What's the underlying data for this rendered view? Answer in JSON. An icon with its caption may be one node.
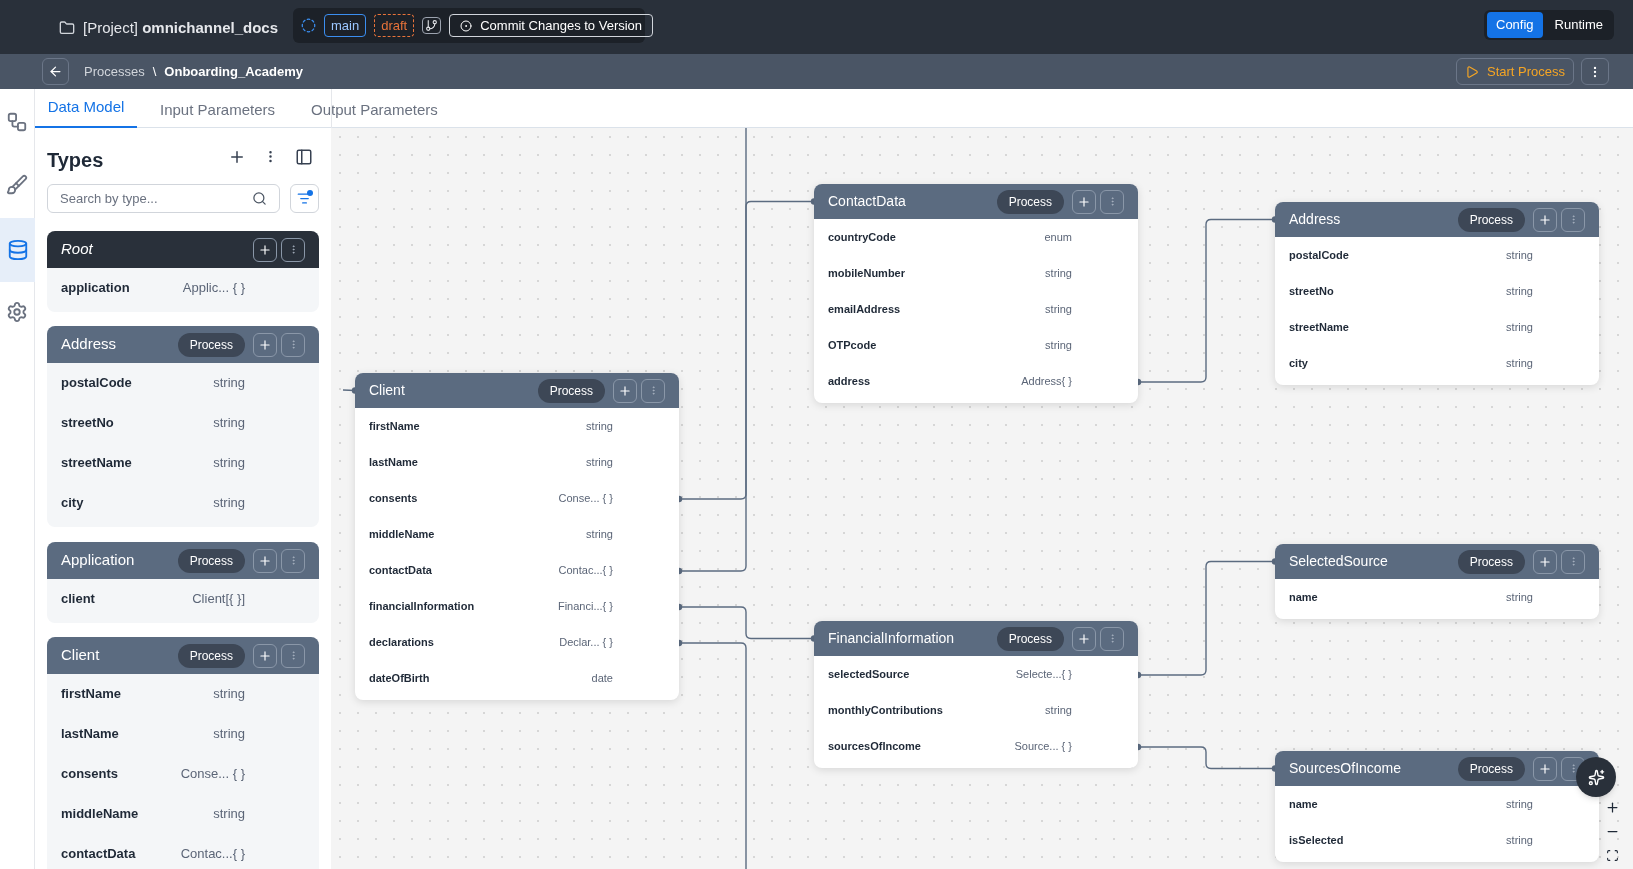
{
  "diagram": {
    "nodes": [
      {
        "text": [
          "Root",
          "application",
          "Applic... { }"
        ]
      },
      {
        "text": [
          "Address",
          "Process",
          "postalCode",
          "string",
          "streetNo",
          "string",
          "streetName",
          "string",
          "city",
          "string"
        ]
      },
      {
        "text": [
          "Application",
          "Process",
          "client",
          "Client[{ }]"
        ]
      },
      {
        "text": [
          "Client",
          "Process",
          "firstName",
          "string",
          "lastName",
          "string",
          "consents",
          "Conse... { }",
          "middleName",
          "string",
          "contactData",
          "Contac...{ }"
        ]
      },
      {
        "text": [
          "Client",
          "Process",
          "firstName",
          "string",
          "lastName",
          "string",
          "consents",
          "Conse... { }",
          "middleName",
          "string",
          "contactData",
          "Contac...{ }",
          "financialInformation",
          "Financi...{ }",
          "declarations",
          "Declar... { }",
          "dateOfBirth",
          "date"
        ]
      },
      {
        "text": [
          "ContactData",
          "Process",
          "countryCode",
          "enum",
          "mobileNumber",
          "string",
          "emailAddress",
          "string",
          "OTPcode",
          "string",
          "address",
          "Address{ }"
        ]
      },
      {
        "text": [
          "Address",
          "Process",
          "postalCode",
          "string",
          "streetNo",
          "string",
          "streetName",
          "string",
          "city",
          "string"
        ]
      },
      {
        "text": [
          "FinancialInformation",
          "Process",
          "selectedSource",
          "Selecte...{ }",
          "monthlyContributions",
          "string",
          "sourcesOfIncome",
          "Source... { }"
        ]
      },
      {
        "text": [
          "SelectedSource",
          "Process",
          "name",
          "string"
        ]
      },
      {
        "text": [
          "SourcesOfIncome",
          "Process",
          "name",
          "string",
          "isSelected",
          "string"
        ]
      }
    ],
    "edges": [
      {
        "from": null,
        "to": 4,
        "arrow": "other"
      },
      {
        "from": 4,
        "to": null,
        "arrow": "other"
      },
      {
        "from": 4,
        "to": 5,
        "arrow": "other"
      },
      {
        "from": 4,
        "to": 7,
        "arrow": "other"
      },
      {
        "from": 4,
        "to": null,
        "arrow": "other"
      },
      {
        "from": 5,
        "to": 6,
        "arrow": "other"
      },
      {
        "from": 7,
        "to": 8,
        "arrow": "other"
      },
      {
        "from": 7,
        "to": 9,
        "arrow": "other"
      }
    ],
    "labels": [
      "[Project] **omnichannel_docs**",
      "main",
      "draft",
      "Commit Changes to Version",
      "Config",
      "Runtime",
      "Processes",
      "\\",
      "Onboarding_Academy",
      "Start Process",
      "Data Model",
      "Input Parameters",
      "Output Parameters",
      "Types",
      "Search by type..."
    ]
  }
}
